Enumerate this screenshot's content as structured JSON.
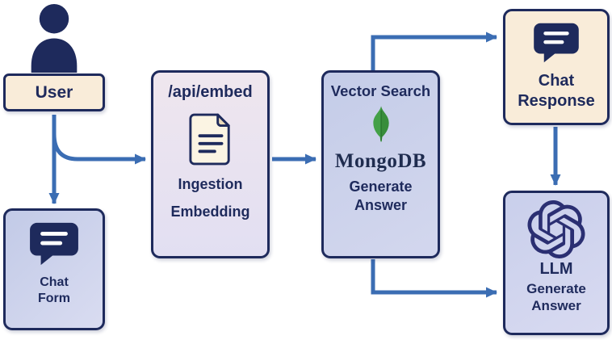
{
  "diagram": {
    "colors": {
      "navy": "#1e2a5c",
      "arrow_blue": "#3b6db3",
      "cream": "#f9ecd9",
      "periwinkle": "#c7cee9",
      "lilac": "#e8e1f0",
      "mongo_green": "#43a047"
    },
    "nodes": {
      "user": {
        "label": "User",
        "icon": "person-icon"
      },
      "chat_form": {
        "lines": [
          "Chat",
          "Form"
        ],
        "icon": "chat-bubble-icon"
      },
      "api_embed": {
        "title": "/api/embed",
        "icon": "document-icon",
        "labels": [
          "Ingestion",
          "Embedding"
        ]
      },
      "vector_search": {
        "title": "Vector Search",
        "icon": "mongodb-leaf-icon",
        "brand": "MongoDB",
        "lines": [
          "Generate",
          "Answer"
        ]
      },
      "chat_response": {
        "lines": [
          "Chat",
          "Response"
        ],
        "icon": "chat-bubble-icon"
      },
      "llm": {
        "title": "LLM",
        "icon": "openai-swirl-icon",
        "lines": [
          "Generate",
          "Answer"
        ]
      }
    }
  }
}
